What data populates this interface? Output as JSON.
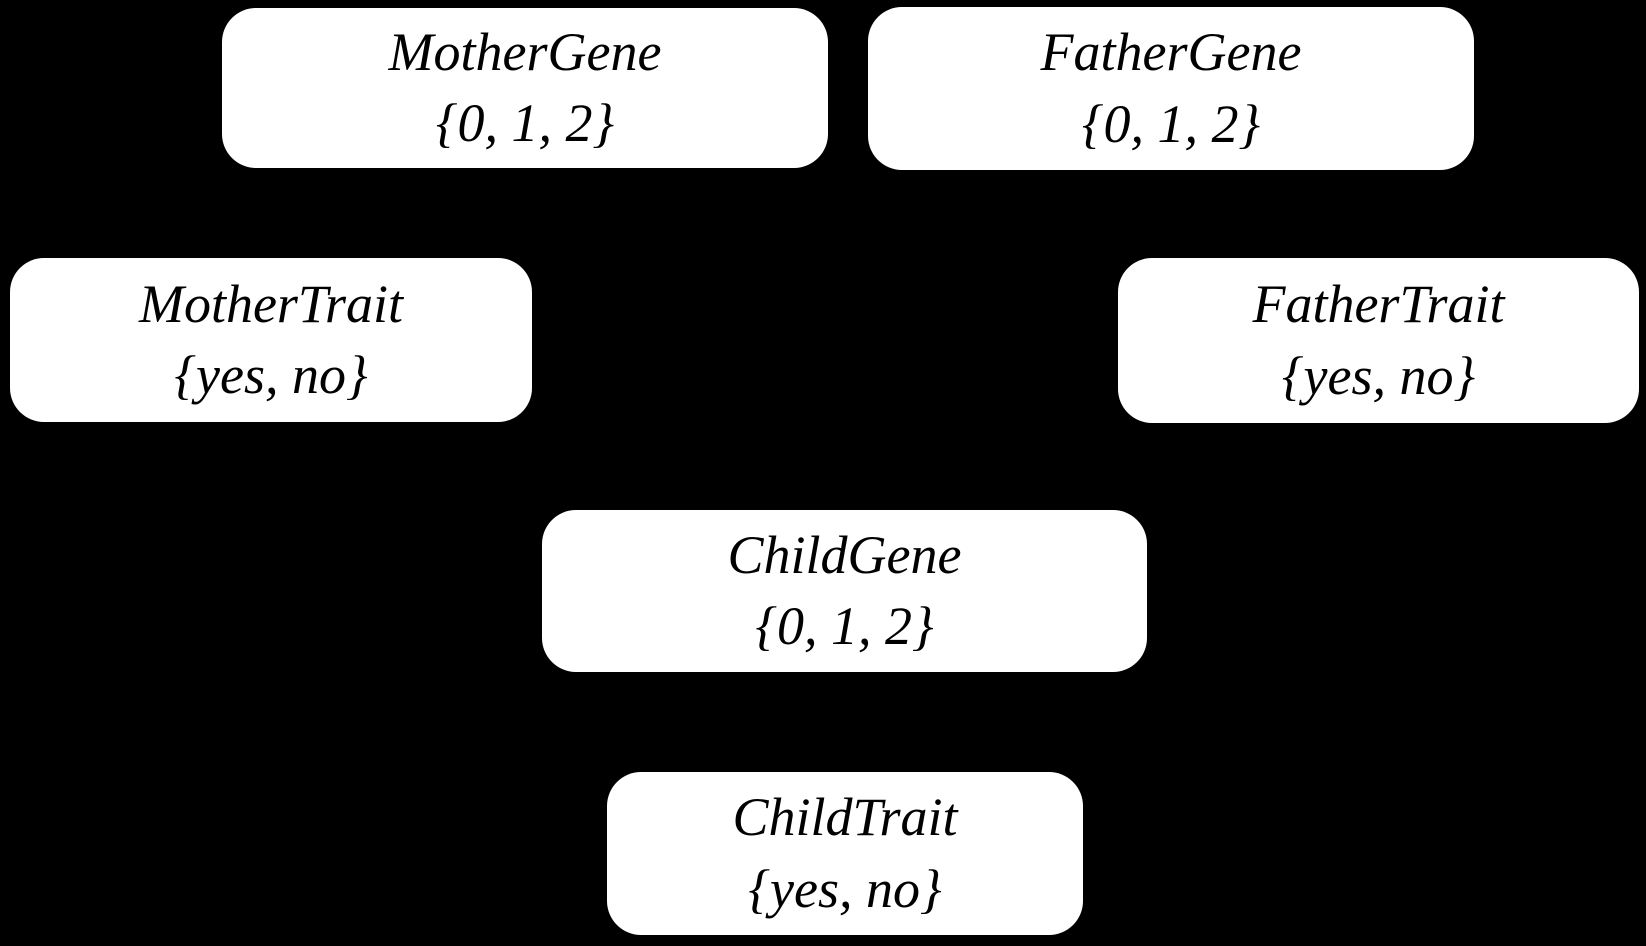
{
  "canvas": {
    "background_color": "#000000",
    "node_fill_color": "#ffffff",
    "node_text_color": "#000000"
  },
  "diagram": {
    "type": "bayesian-network",
    "nodes": [
      {
        "id": "mother-gene",
        "label": "MotherGene",
        "values": "{0, 1, 2}"
      },
      {
        "id": "father-gene",
        "label": "FatherGene",
        "values": "{0, 1, 2}"
      },
      {
        "id": "mother-trait",
        "label": "MotherTrait",
        "values": "{yes, no}"
      },
      {
        "id": "father-trait",
        "label": "FatherTrait",
        "values": "{yes, no}"
      },
      {
        "id": "child-gene",
        "label": "ChildGene",
        "values": "{0, 1, 2}"
      },
      {
        "id": "child-trait",
        "label": "ChildTrait",
        "values": "{yes, no}"
      }
    ]
  }
}
